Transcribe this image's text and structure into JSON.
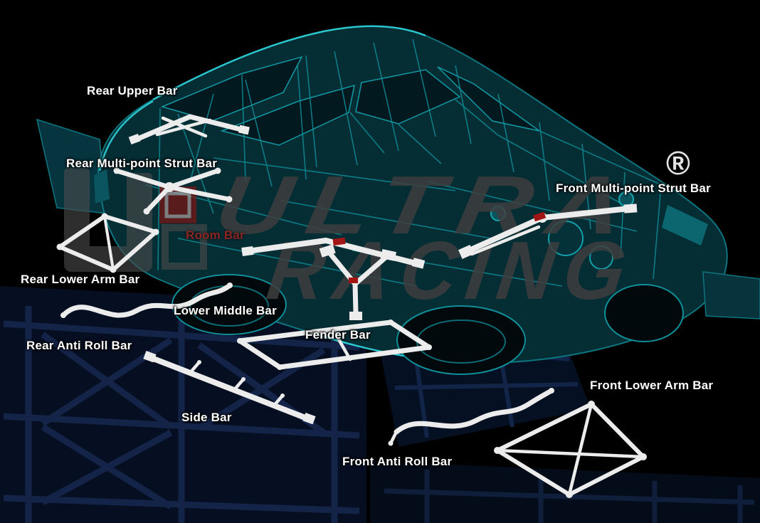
{
  "watermark": {
    "line1": "ULTRA",
    "line2": "RACING",
    "registered": "®"
  },
  "labels": {
    "rear_upper_bar": "Rear Upper Bar",
    "rear_multi_point_strut_bar": "Rear Multi-point Strut Bar",
    "room_bar": "Room Bar",
    "rear_lower_arm_bar": "Rear Lower Arm Bar",
    "lower_middle_bar": "Lower Middle Bar",
    "rear_anti_roll_bar": "Rear Anti Roll Bar",
    "fender_bar": "Fender Bar",
    "side_bar": "Side Bar",
    "front_anti_roll_bar": "Front Anti Roll Bar",
    "front_multi_point_strut_bar": "Front Multi-point Strut Bar",
    "front_lower_arm_bar": "Front Lower Arm Bar"
  },
  "colors": {
    "background": "#000000",
    "car_teal": "#0f97a1",
    "car_teal_highlight": "#2fd0d8",
    "bar_white": "#ececec",
    "label_text": "#ffffff",
    "room_bar_label": "#8a2626",
    "watermark_gray": "#3e3e3e",
    "logo_red": "#8c1212",
    "chassis_navy": "#16284f"
  }
}
